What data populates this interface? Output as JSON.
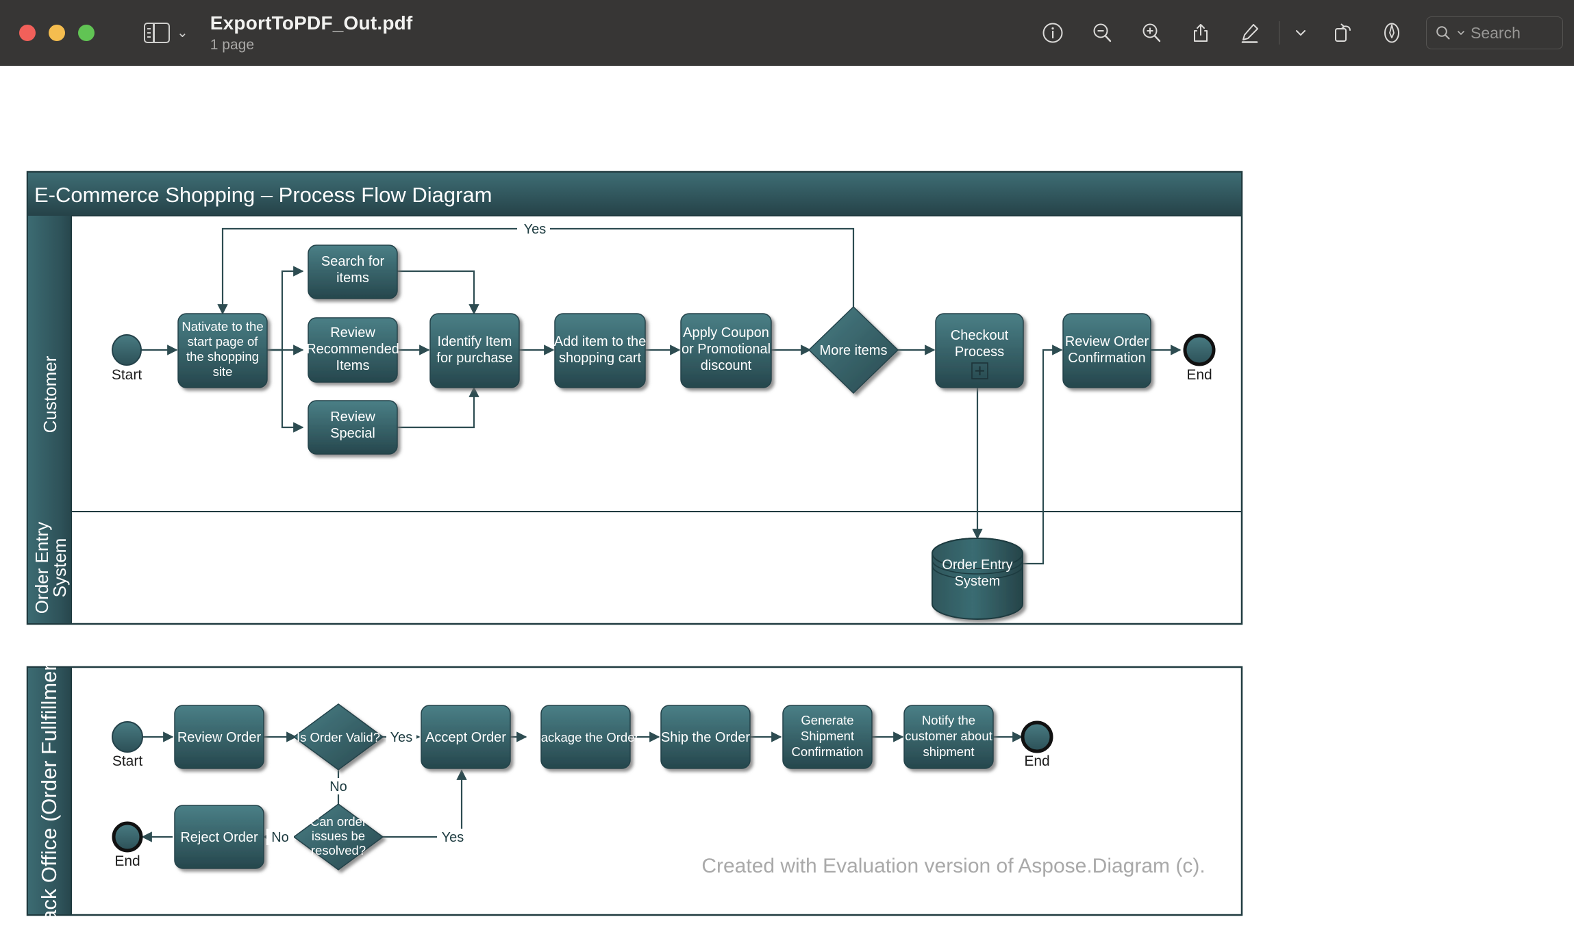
{
  "window": {
    "title": "ExportToPDF_Out.pdf",
    "subtitle": "1 page",
    "traffic_lights": [
      "close-button",
      "minimize-button",
      "zoom-button"
    ],
    "toolbar": {
      "sidebar_toggle": "sidebar-toggle",
      "buttons": [
        {
          "name": "info-icon",
          "label": "Info"
        },
        {
          "name": "zoom-out-icon",
          "label": "Zoom Out"
        },
        {
          "name": "zoom-in-icon",
          "label": "Zoom In"
        },
        {
          "name": "share-icon",
          "label": "Share"
        },
        {
          "name": "markup-icon",
          "label": "Markup"
        },
        {
          "name": "chevron-down-icon",
          "label": "More Tools"
        },
        {
          "name": "rotate-icon",
          "label": "Rotate"
        },
        {
          "name": "annotate-icon",
          "label": "Annotate"
        }
      ],
      "search_placeholder": "Search"
    }
  },
  "colors": {
    "accent_dark": "#2b4f56",
    "accent_mid": "#3a6b71",
    "accent_light": "#4a7f86",
    "title_bar": "#373635",
    "edge": "#2d4c51",
    "watermark": "#a9a9a9"
  },
  "diagram": {
    "title": "E-Commerce Shopping – Process Flow Diagram",
    "watermark": "Created with Evaluation version of Aspose.Diagram (c).",
    "pools": [
      {
        "name": "pool-customer",
        "lanes": [
          {
            "name": "lane-customer",
            "label": "Customer",
            "nodes": [
              {
                "id": "c-start",
                "type": "start-event",
                "label": "",
                "outer_label": "Start"
              },
              {
                "id": "c-nav",
                "type": "task",
                "label": "Nativate to the start page of the shopping site"
              },
              {
                "id": "c-search",
                "type": "task",
                "label": "Search for items"
              },
              {
                "id": "c-rec",
                "type": "task",
                "label": "Review Recommended Items"
              },
              {
                "id": "c-special",
                "type": "task",
                "label": "Review Special"
              },
              {
                "id": "c-identify",
                "type": "task",
                "label": "Identify Item for purchase"
              },
              {
                "id": "c-addcart",
                "type": "task",
                "label": "Add item to the shopping cart"
              },
              {
                "id": "c-coupon",
                "type": "task",
                "label": "Apply Coupon or Promotional discount"
              },
              {
                "id": "c-more",
                "type": "gateway",
                "label": "More items"
              },
              {
                "id": "c-checkout",
                "type": "subprocess",
                "label": "Checkout Process",
                "marker": "+"
              },
              {
                "id": "c-review",
                "type": "task",
                "label": "Review Order Confirmation"
              },
              {
                "id": "c-end",
                "type": "end-event",
                "label": "",
                "outer_label": "End"
              }
            ],
            "edge_labels": [
              {
                "id": "yes-more-items",
                "text": "Yes"
              }
            ]
          },
          {
            "name": "lane-order-entry",
            "label": "Order Entry System",
            "nodes": [
              {
                "id": "o-db",
                "type": "data-store",
                "label": "Order Entry System"
              }
            ],
            "edge_labels": []
          }
        ]
      },
      {
        "name": "pool-back-office",
        "lanes": [
          {
            "name": "lane-back-office",
            "label": "Back Office (Order Fullfillment)",
            "nodes": [
              {
                "id": "b-start",
                "type": "start-event",
                "label": "",
                "outer_label": "Start"
              },
              {
                "id": "b-review",
                "type": "task",
                "label": "Review Order"
              },
              {
                "id": "b-valid",
                "type": "gateway",
                "label": "Is Order Valid?"
              },
              {
                "id": "b-accept",
                "type": "task",
                "label": "Accept Order"
              },
              {
                "id": "b-package",
                "type": "task",
                "label": "Package the Order"
              },
              {
                "id": "b-ship",
                "type": "task",
                "label": "Ship the Order"
              },
              {
                "id": "b-genconf",
                "type": "task",
                "label": "Generate Shipment Confirmation"
              },
              {
                "id": "b-notify",
                "type": "task",
                "label": "Notify the customer about shipment"
              },
              {
                "id": "b-end",
                "type": "end-event",
                "label": "",
                "outer_label": "End"
              },
              {
                "id": "b-resolve",
                "type": "gateway",
                "label": "Can order issues be resolved?"
              },
              {
                "id": "b-reject",
                "type": "task",
                "label": "Reject Order"
              },
              {
                "id": "b-end2",
                "type": "end-event",
                "label": "",
                "outer_label": "End"
              }
            ],
            "edge_labels": [
              {
                "id": "valid-yes",
                "text": "Yes"
              },
              {
                "id": "valid-no",
                "text": "No"
              },
              {
                "id": "resolve-no",
                "text": "No"
              },
              {
                "id": "resolve-yes",
                "text": "Yes"
              }
            ]
          }
        ]
      }
    ]
  }
}
